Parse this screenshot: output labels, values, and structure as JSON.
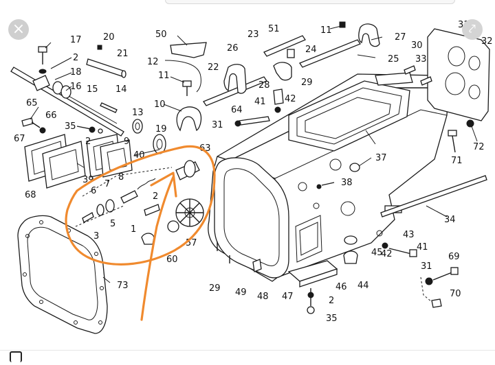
{
  "diagram": {
    "callouts": [
      {
        "id": "c17",
        "text": "17"
      },
      {
        "id": "c20",
        "text": "20"
      },
      {
        "id": "c21",
        "text": "21"
      },
      {
        "id": "c2a",
        "text": "2"
      },
      {
        "id": "c18",
        "text": "18"
      },
      {
        "id": "c16",
        "text": "16"
      },
      {
        "id": "c15",
        "text": "15"
      },
      {
        "id": "c14",
        "text": "14"
      },
      {
        "id": "c50",
        "text": "50"
      },
      {
        "id": "c12",
        "text": "12"
      },
      {
        "id": "c11a",
        "text": "11"
      },
      {
        "id": "c10",
        "text": "10"
      },
      {
        "id": "c13",
        "text": "13"
      },
      {
        "id": "c19",
        "text": "19"
      },
      {
        "id": "c65",
        "text": "65"
      },
      {
        "id": "c66",
        "text": "66"
      },
      {
        "id": "c35a",
        "text": "35"
      },
      {
        "id": "c2b",
        "text": "2"
      },
      {
        "id": "c67",
        "text": "67"
      },
      {
        "id": "c68",
        "text": "68"
      },
      {
        "id": "c9",
        "text": "9"
      },
      {
        "id": "c39",
        "text": "39"
      },
      {
        "id": "c40",
        "text": "40"
      },
      {
        "id": "c8",
        "text": "8"
      },
      {
        "id": "c7",
        "text": "7"
      },
      {
        "id": "c6",
        "text": "6"
      },
      {
        "id": "c5",
        "text": "5"
      },
      {
        "id": "c3",
        "text": "3"
      },
      {
        "id": "c2c",
        "text": "2"
      },
      {
        "id": "c1",
        "text": "1"
      },
      {
        "id": "c63",
        "text": "63"
      },
      {
        "id": "c57",
        "text": "57"
      },
      {
        "id": "c60",
        "text": "60"
      },
      {
        "id": "c73",
        "text": "73"
      },
      {
        "id": "c23",
        "text": "23"
      },
      {
        "id": "c51",
        "text": "51"
      },
      {
        "id": "c26",
        "text": "26"
      },
      {
        "id": "c22",
        "text": "22"
      },
      {
        "id": "c24",
        "text": "24"
      },
      {
        "id": "c11b",
        "text": "11"
      },
      {
        "id": "c27",
        "text": "27"
      },
      {
        "id": "c25",
        "text": "25"
      },
      {
        "id": "c28",
        "text": "28"
      },
      {
        "id": "c42a",
        "text": "42"
      },
      {
        "id": "c29a",
        "text": "29"
      },
      {
        "id": "c41a",
        "text": "41"
      },
      {
        "id": "c64",
        "text": "64"
      },
      {
        "id": "c31a",
        "text": "31"
      },
      {
        "id": "c30",
        "text": "30"
      },
      {
        "id": "c33",
        "text": "33"
      },
      {
        "id": "c31b",
        "text": "31"
      },
      {
        "id": "c32",
        "text": "32"
      },
      {
        "id": "c72",
        "text": "72"
      },
      {
        "id": "c71",
        "text": "71"
      },
      {
        "id": "c37",
        "text": "37"
      },
      {
        "id": "c38",
        "text": "38"
      },
      {
        "id": "c34",
        "text": "34"
      },
      {
        "id": "c43",
        "text": "43"
      },
      {
        "id": "c42b",
        "text": "42"
      },
      {
        "id": "c41b",
        "text": "41"
      },
      {
        "id": "c31c",
        "text": "31"
      },
      {
        "id": "c69",
        "text": "69"
      },
      {
        "id": "c70",
        "text": "70"
      },
      {
        "id": "c45",
        "text": "45"
      },
      {
        "id": "c44",
        "text": "44"
      },
      {
        "id": "c46",
        "text": "46"
      },
      {
        "id": "c47",
        "text": "47"
      },
      {
        "id": "c2d",
        "text": "2"
      },
      {
        "id": "c35b",
        "text": "35"
      },
      {
        "id": "c48",
        "text": "48"
      },
      {
        "id": "c49",
        "text": "49"
      },
      {
        "id": "c29b",
        "text": "29"
      }
    ],
    "highlight_color": "#f08a2e"
  },
  "ui": {
    "close_icon": "×",
    "share_icon": "⤤"
  }
}
